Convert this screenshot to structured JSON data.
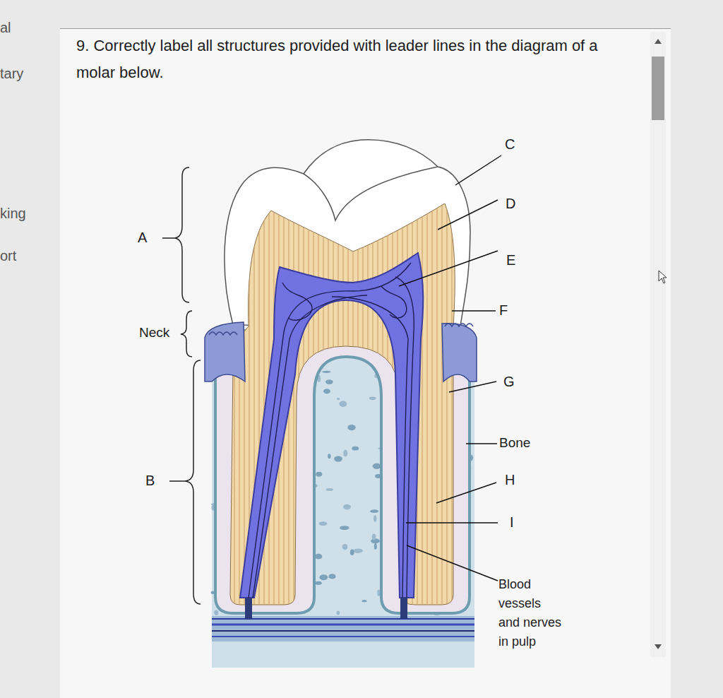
{
  "diagram": {
    "title": "9. Correctly label all structures provided with leader lines in the diagram of a molar below.",
    "labels": [
      "al",
      "tary",
      "king",
      "ort",
      "C",
      "A",
      "D",
      "E",
      "F",
      "Neck",
      "G",
      "Bone",
      "B",
      "H",
      "I",
      "Blood vessels and nerves in pulp"
    ]
  }
}
